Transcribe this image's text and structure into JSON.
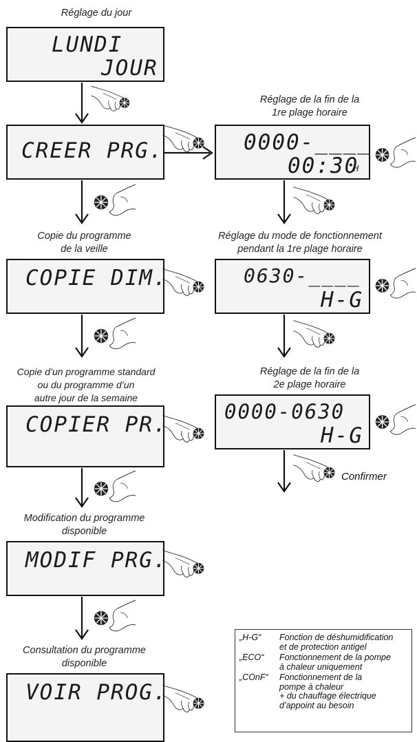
{
  "captions": {
    "day": "Réglage du jour",
    "end_range1": [
      "Réglage de la fin de la",
      "1re plage horaire"
    ],
    "copy_prev": [
      "Copie du programme",
      "de la veille"
    ],
    "mode_range1": [
      "Réglage du mode de fonctionnement",
      "pendant la 1re plage horaire"
    ],
    "copy_std": [
      "Copie d’un programme standard",
      "ou du programme d’un",
      "autre jour de la semaine"
    ],
    "end_range2": [
      "Réglage de la fin de la",
      "2e plage horaire"
    ],
    "modify": [
      "Modification du programme",
      "disponible"
    ],
    "view": [
      "Consultation du programme",
      "disponible"
    ]
  },
  "displays": {
    "lundi": {
      "line1": "LUNDI",
      "line2": "JOUR"
    },
    "creer": {
      "line1": "CREER PRG."
    },
    "time1": {
      "line1": "0000-____",
      "line2": "00:30",
      "unit": "H"
    },
    "copie_dim": {
      "line1": "COPIE DIM."
    },
    "mode1": {
      "line1": "0630-____",
      "line2": "H-G"
    },
    "copier": {
      "line1": "COPIER PR."
    },
    "time2": {
      "line1": "0000-0630",
      "line2": "H-G"
    },
    "modif": {
      "line1": "MODIF PRG."
    },
    "voir": {
      "line1": "VOIR PROG."
    }
  },
  "confirm_label": "Confirmer",
  "legend": [
    {
      "code": "„H-G“",
      "lines": [
        "Fonction de déshumidification",
        "et de protection antigel"
      ]
    },
    {
      "code": "„ECO“",
      "lines": [
        "Fonctionnement de la pompe",
        "à chaleur uniquement"
      ]
    },
    {
      "code": "„COnF“",
      "lines": [
        "Fonctionnement de la",
        "pompe à chaleur",
        "+ du chauffage électrique",
        "d’appoint au besoin"
      ]
    }
  ]
}
